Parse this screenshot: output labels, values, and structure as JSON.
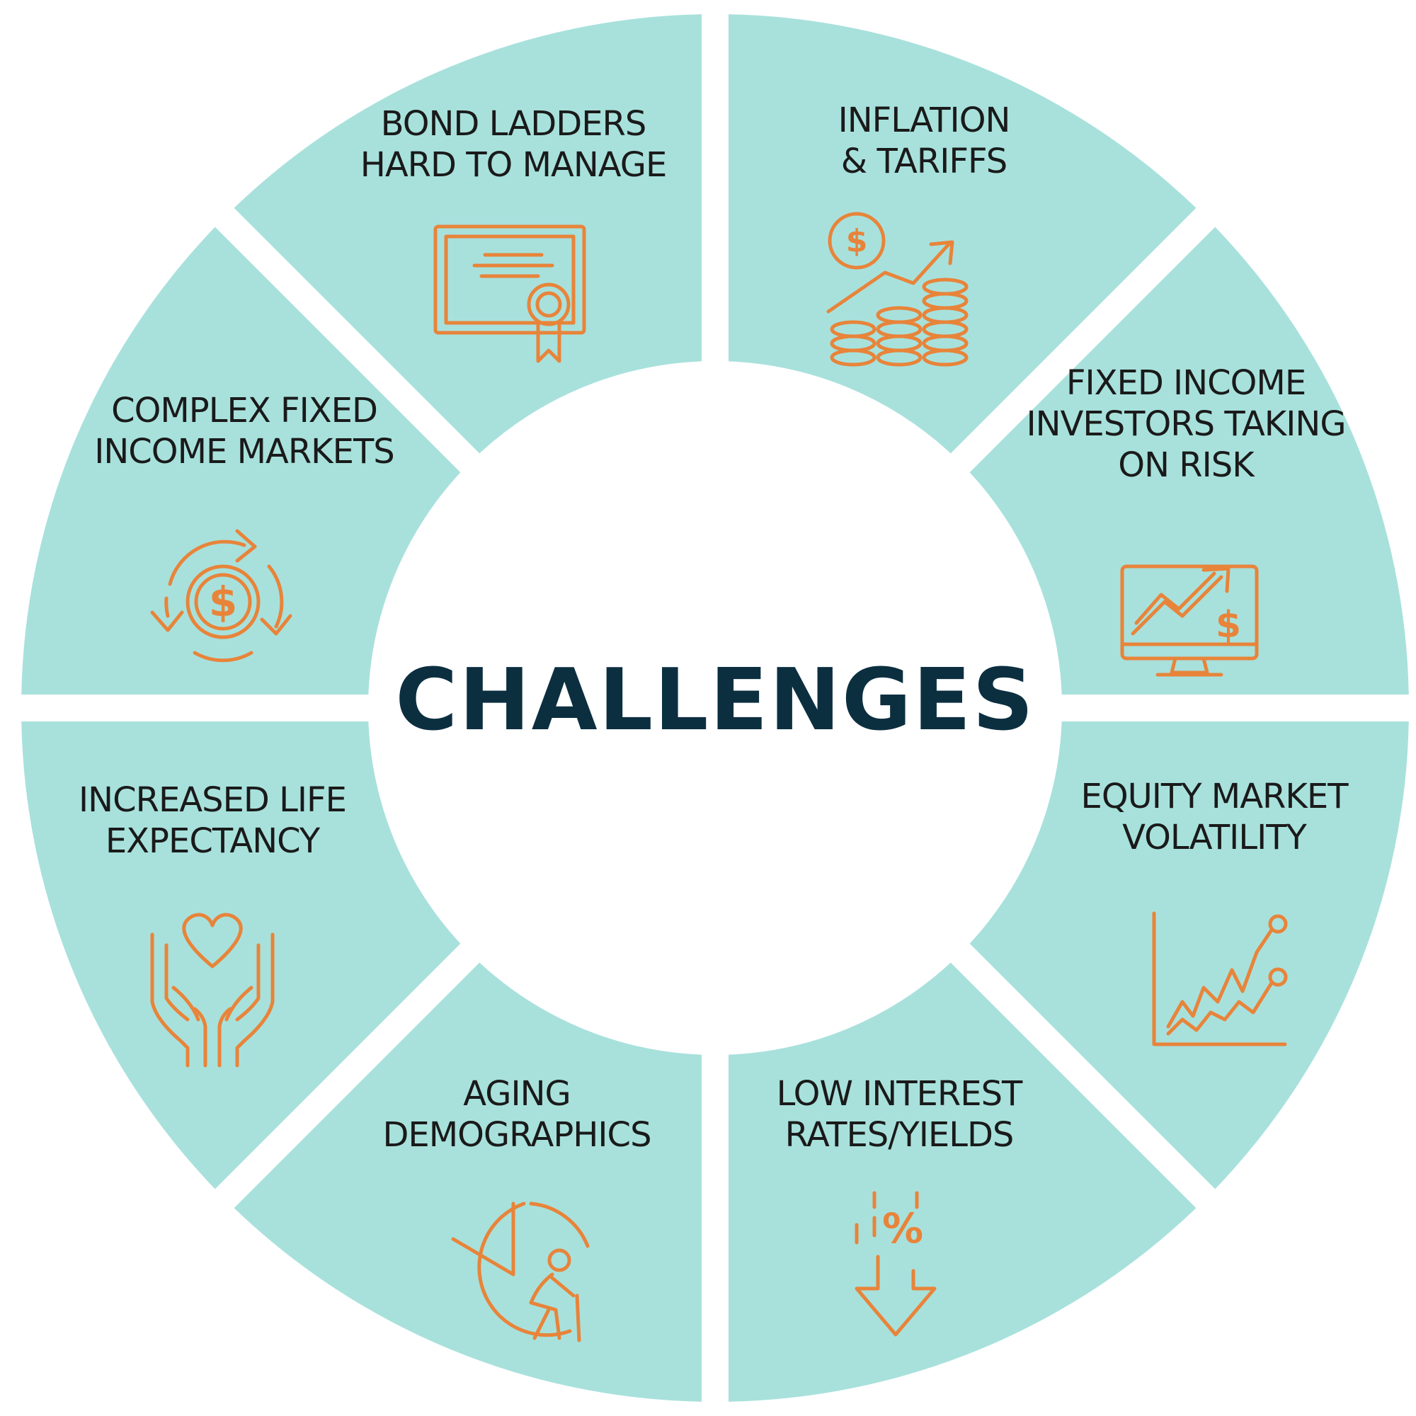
{
  "diagram": {
    "center_title": "CHALLENGES",
    "colors": {
      "segment_fill": "#a8e1dc",
      "gap": "#ffffff",
      "label_text": "#1a1a1a",
      "title_text": "#0c2f40",
      "icon_stroke": "#e8843a"
    },
    "segments": [
      {
        "label_lines": [
          "BOND LADDERS",
          "HARD TO MANAGE"
        ],
        "icon": "certificate-icon"
      },
      {
        "label_lines": [
          "INFLATION",
          "& TARIFFS"
        ],
        "icon": "rising-cost-coins-icon"
      },
      {
        "label_lines": [
          "FIXED INCOME",
          "INVESTORS TAKING",
          "ON RISK"
        ],
        "icon": "monitor-growth-icon"
      },
      {
        "label_lines": [
          "EQUITY MARKET",
          "VOLATILITY"
        ],
        "icon": "volatility-chart-icon"
      },
      {
        "label_lines": [
          "LOW INTEREST",
          "RATES/YIELDS"
        ],
        "icon": "percent-down-arrow-icon"
      },
      {
        "label_lines": [
          "AGING",
          "DEMOGRAPHICS"
        ],
        "icon": "elderly-pie-chart-icon"
      },
      {
        "label_lines": [
          "INCREASED LIFE",
          "EXPECTANCY"
        ],
        "icon": "hands-heart-icon"
      },
      {
        "label_lines": [
          "COMPLEX FIXED",
          "INCOME MARKETS"
        ],
        "icon": "dollar-cycle-icon"
      }
    ]
  }
}
